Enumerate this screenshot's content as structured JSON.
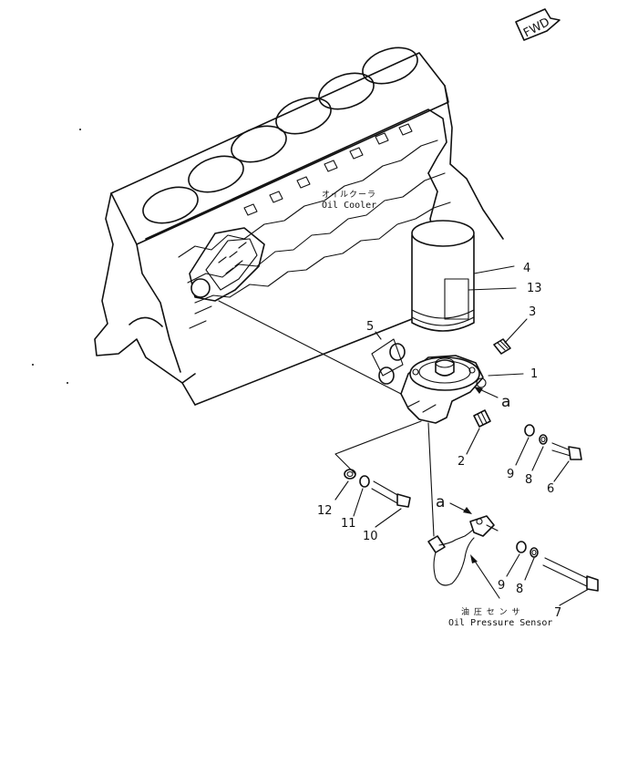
{
  "fwd_label": "FWD",
  "captions": {
    "oil_cooler_jp": "オイルクーラ",
    "oil_cooler_en": "Oil Cooler",
    "oil_pressure_sensor_jp": "油 圧 セ ン サ",
    "oil_pressure_sensor_en": "Oil Pressure Sensor"
  },
  "letters": {
    "a_upper": "a",
    "a_lower": "a"
  },
  "callouts": {
    "c1": "1",
    "c2": "2",
    "c3": "3",
    "c4": "4",
    "c5": "5",
    "c6": "6",
    "c7": "7",
    "c8a": "8",
    "c8b": "8",
    "c9a": "9",
    "c9b": "9",
    "c10": "10",
    "c11": "11",
    "c12": "12",
    "c13": "13"
  }
}
